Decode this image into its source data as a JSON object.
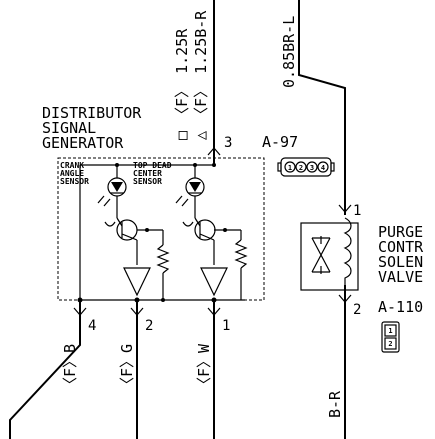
{
  "distributor": {
    "line1": "DISTRIBUTOR",
    "line2": "SIGNAL",
    "line3": "GENERATOR",
    "crank_sensor": [
      "CRANK",
      "ANGLE",
      "SENSOR"
    ],
    "tdc_sensor": [
      "TOP DEAD",
      "CENTER",
      "SENSOR"
    ]
  },
  "connectors": {
    "a97": "A-97",
    "a97_pins": [
      "1",
      "2",
      "3",
      "4"
    ],
    "a110": "A-110",
    "a110_pins": [
      "1",
      "2"
    ]
  },
  "purge": [
    "PURGE",
    "CONTR",
    "SOLEN",
    "VALVE"
  ],
  "pins": {
    "p1": "1",
    "p2": "2",
    "p3": "3",
    "p4": "4",
    "v1": "1",
    "v2": "2"
  },
  "wires": {
    "top1": "□ 〈F〉 1.25R",
    "top2": "△ 〈F〉 1.25B-R",
    "right_top": "0.85BR-L",
    "b4": "〈F〉B",
    "b2": "〈F〉G",
    "b1": "〈F〉W",
    "right_bottom": "B-R"
  }
}
